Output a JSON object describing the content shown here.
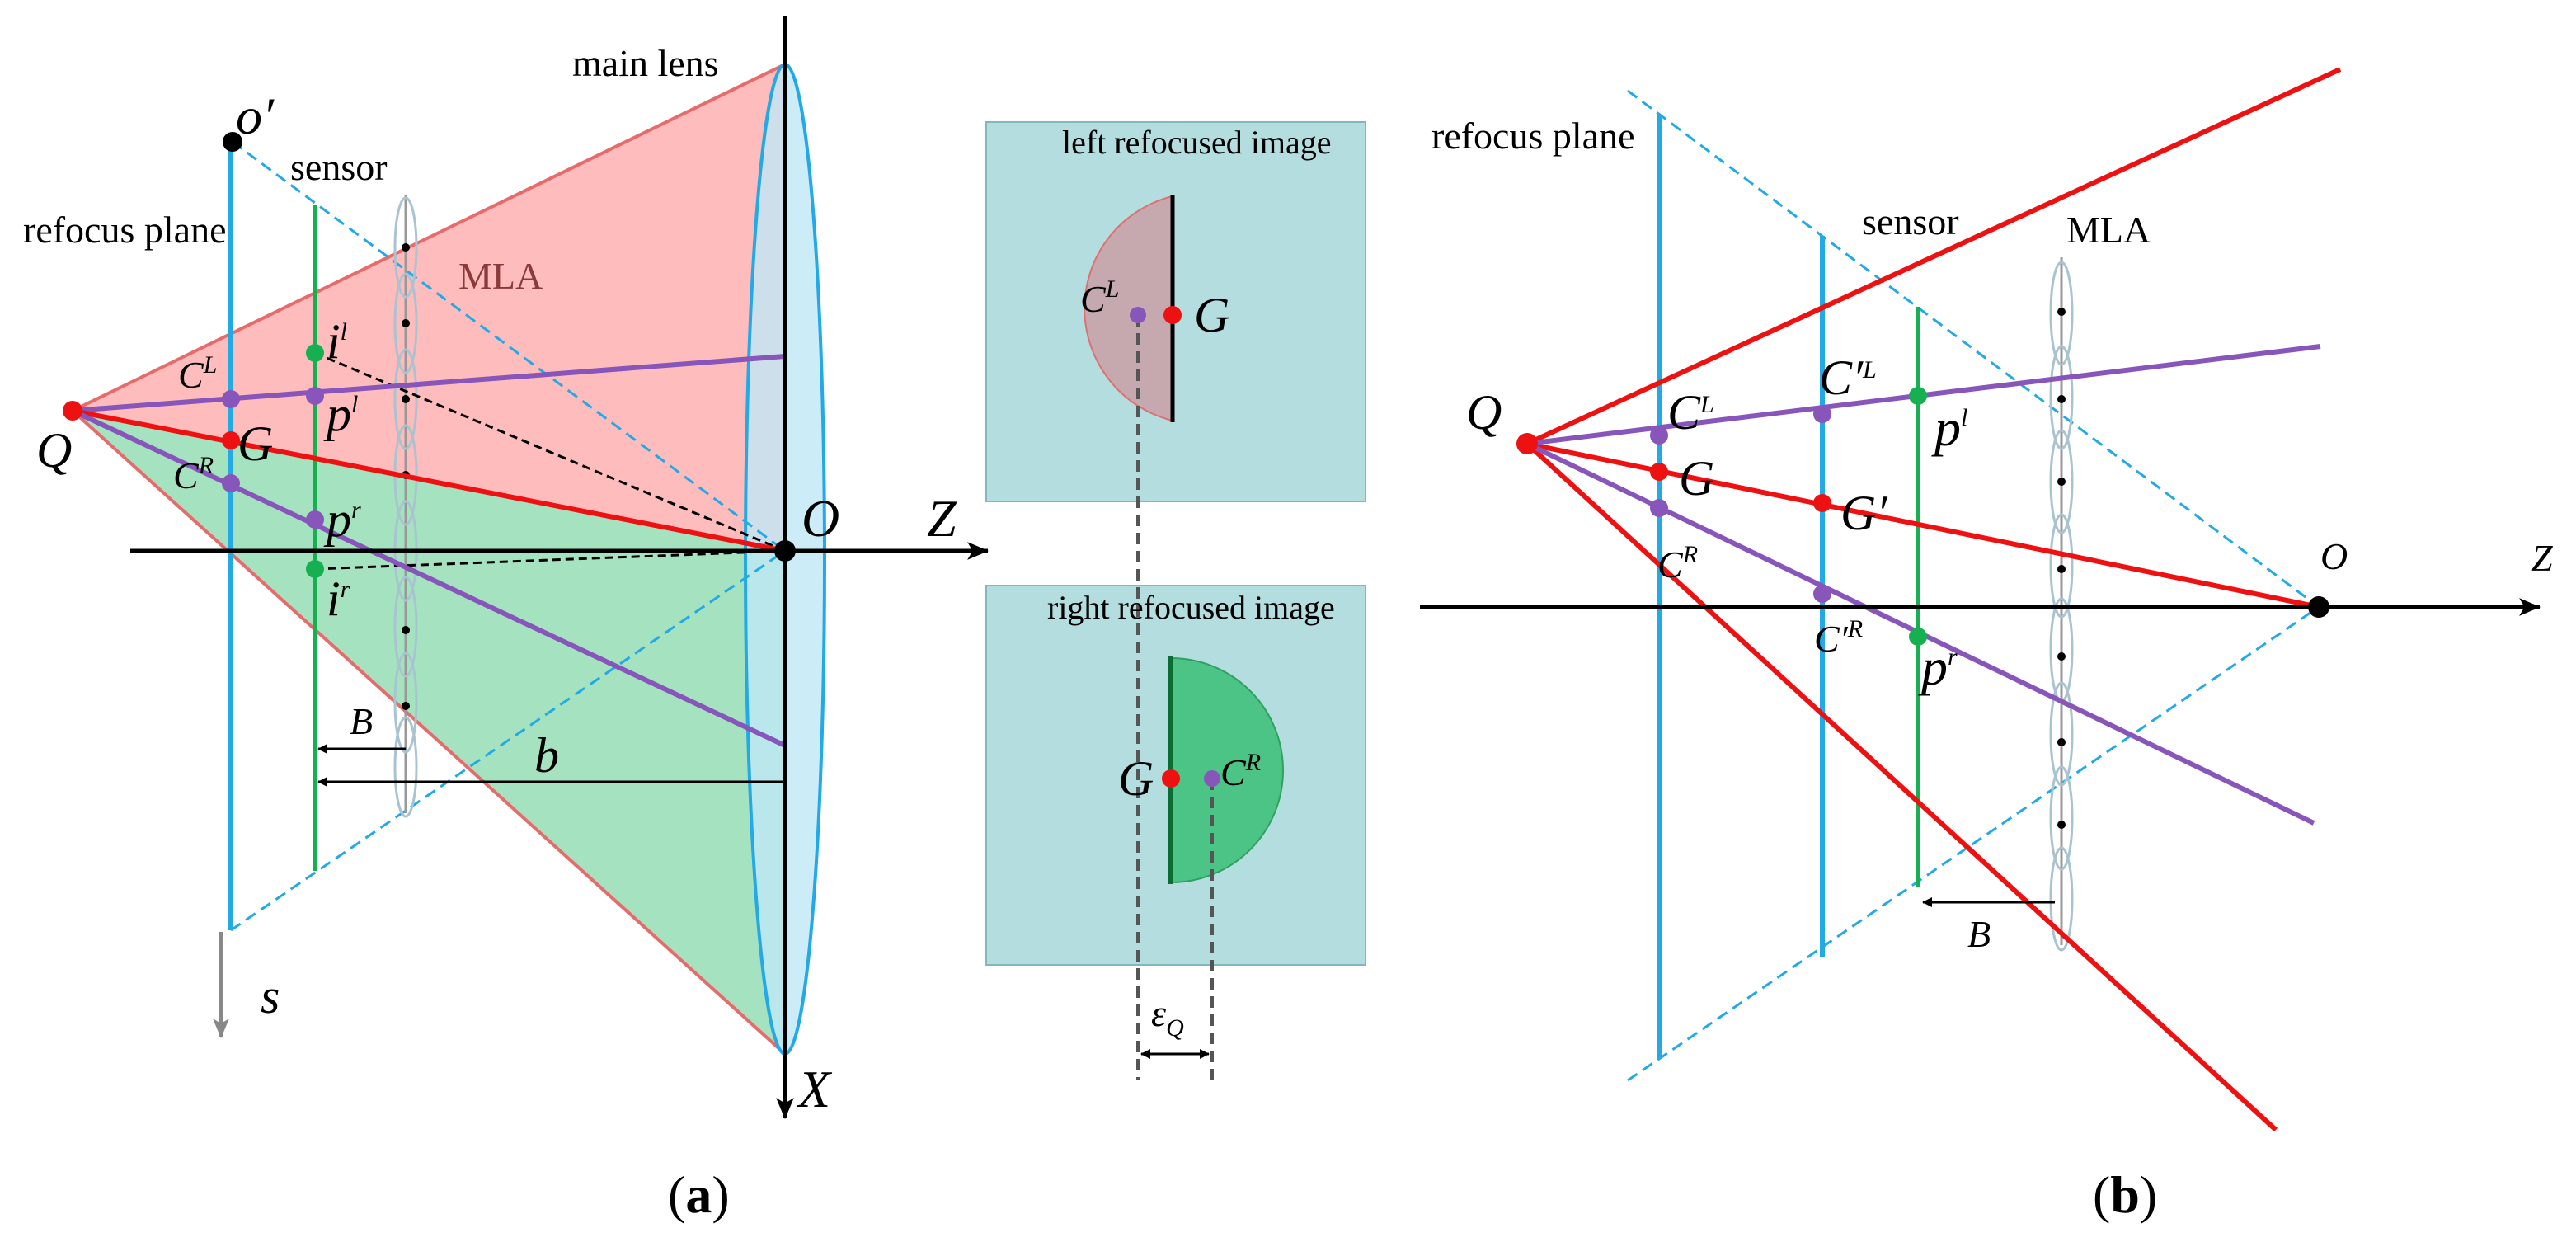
{
  "colors": {
    "red": "#ee1111",
    "purple": "#8855bb",
    "green": "#16b050",
    "blue": "#22a9e6",
    "cone_top": "#ffa6a6",
    "cone_bottom": "#8edcb0",
    "panel": "#b4dde0",
    "lens": "#bfe7f6"
  },
  "panel_a": {
    "caption_pre": "(",
    "caption_letter": "a",
    "caption_post": ")",
    "main_lens": "main lens",
    "sensor": "sensor",
    "refocus_plane": "refocus plane",
    "mla": "MLA",
    "o_prime": "o′",
    "q": "Q",
    "origin": "O",
    "z_axis": "Z",
    "x_axis": "X",
    "s_axis": "s",
    "cl_base": "C",
    "cl_sup": "L",
    "cr_base": "C",
    "cr_sup": "R",
    "g": "G",
    "il_base": "i",
    "il_sup": "l",
    "pl_base": "p",
    "pl_sup": "l",
    "pr_base": "p",
    "pr_sup": "r",
    "ir_base": "i",
    "ir_sup": "r",
    "b_upper": "B",
    "b_lower": "b"
  },
  "refocused_images": {
    "left_title": "left refocused image",
    "right_title": "right refocused image",
    "cl_base": "C",
    "cl_sup": "L",
    "g_left": "G",
    "g_right": "G",
    "cr_base": "C",
    "cr_sup": "R",
    "eps_base": "ε",
    "eps_sub": "Q"
  },
  "panel_b": {
    "caption_pre": "(",
    "caption_letter": "b",
    "caption_post": ")",
    "refocus_plane": "refocus plane",
    "sensor": "sensor",
    "mla": "MLA",
    "q": "Q",
    "origin": "O",
    "z_axis": "Z",
    "cl_base": "C",
    "cl_sup": "L",
    "cpl_base": "C′",
    "cpl_sup": "L",
    "pl_base": "p",
    "pl_sup": "l",
    "g": "G",
    "gp": "G′",
    "cr_base": "C",
    "cr_sup": "R",
    "cpr_base": "C′",
    "cpr_sup": "R",
    "pr_base": "p",
    "pr_sup": "r",
    "b_upper": "B"
  }
}
